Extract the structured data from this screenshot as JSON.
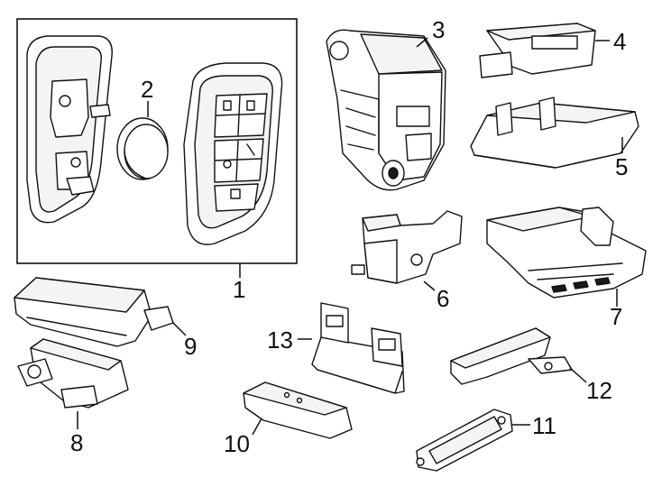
{
  "diagram": {
    "callouts": [
      {
        "id": "c1",
        "label": "1"
      },
      {
        "id": "c2",
        "label": "2"
      },
      {
        "id": "c3",
        "label": "3"
      },
      {
        "id": "c4",
        "label": "4"
      },
      {
        "id": "c5",
        "label": "5"
      },
      {
        "id": "c6",
        "label": "6"
      },
      {
        "id": "c7",
        "label": "7"
      },
      {
        "id": "c8",
        "label": "8"
      },
      {
        "id": "c9",
        "label": "9"
      },
      {
        "id": "c10",
        "label": "10"
      },
      {
        "id": "c11",
        "label": "11"
      },
      {
        "id": "c12",
        "label": "12"
      },
      {
        "id": "c13",
        "label": "13"
      }
    ],
    "colors": {
      "line": "#111111",
      "background": "#ffffff"
    }
  }
}
